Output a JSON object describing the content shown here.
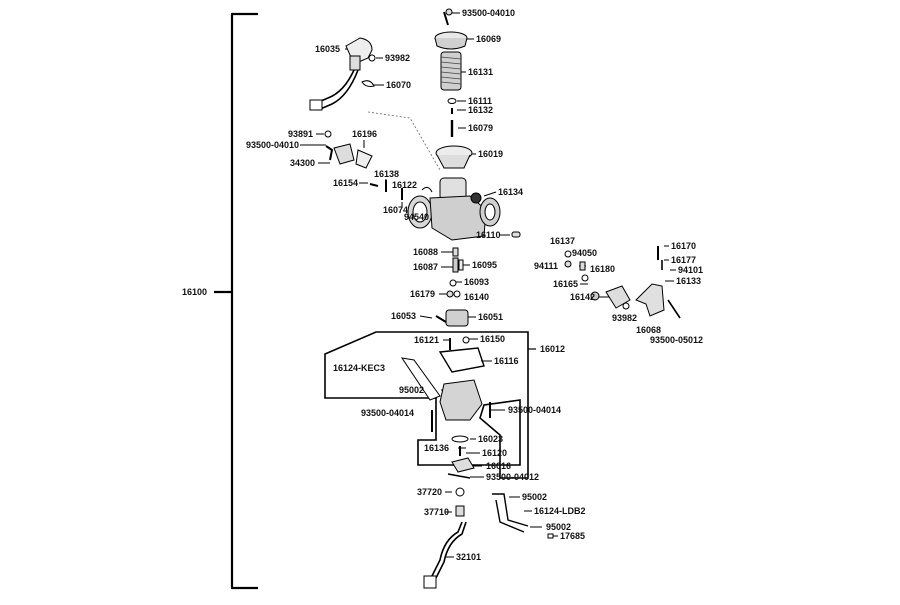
{
  "diagram": {
    "assembly_label": "16100",
    "group_label": "16012",
    "parts": {
      "p93500_04010_top": "93500-04010",
      "p16069": "16069",
      "p16131": "16131",
      "p16035": "16035",
      "p93982_a": "93982",
      "p16070": "16070",
      "p16111": "16111",
      "p16132": "16132",
      "p16079": "16079",
      "p93891": "93891",
      "p16196": "16196",
      "p93500_04010_mid": "93500-04010",
      "p34300": "34300",
      "p16019": "16019",
      "p16138": "16138",
      "p16154": "16154",
      "p16122": "16122",
      "p16134": "16134",
      "p16074": "16074",
      "p94540": "94540",
      "p16110": "16110",
      "p16088": "16088",
      "p16087": "16087",
      "p16095": "16095",
      "p16093": "16093",
      "p16179": "16179",
      "p16140": "16140",
      "p16053": "16053",
      "p16051": "16051",
      "p16137": "16137",
      "p94050": "94050",
      "p94111": "94111",
      "p16180": "16180",
      "p16165": "16165",
      "p16142": "16142",
      "p93982_b": "93982",
      "p16068": "16068",
      "p16170": "16170",
      "p16177": "16177",
      "p94101": "94101",
      "p16133": "16133",
      "p93500_05012": "93500-05012",
      "p16121": "16121",
      "p16150": "16150",
      "p16116": "16116",
      "p16124_kec3": "16124-KEC3",
      "p95002_a": "95002",
      "p93500_04014_l": "93500-04014",
      "p93500_04014_r": "93500-04014",
      "p16023": "16023",
      "p16136": "16136",
      "p16120": "16120",
      "p16016": "16016",
      "p93500_04012": "93500-04012",
      "p37720": "37720",
      "p37710": "37710",
      "p32101": "32101",
      "p95002_b": "95002",
      "p16124_ldb2": "16124-LDB2",
      "p95002_c": "95002",
      "p17685": "17685"
    }
  }
}
